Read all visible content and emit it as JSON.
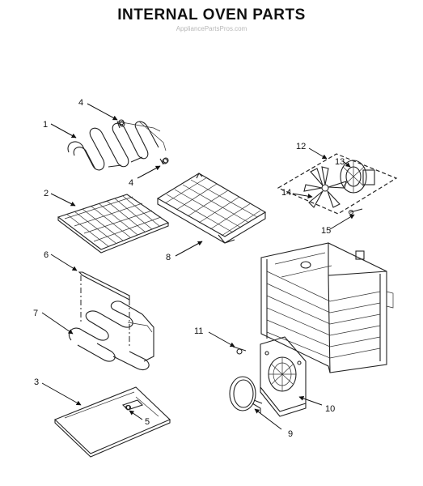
{
  "title": "INTERNAL OVEN PARTS",
  "watermark": "AppliancePartsPros.com",
  "callouts": [
    "1",
    "2",
    "3",
    "4",
    "4",
    "5",
    "6",
    "7",
    "8",
    "9",
    "10",
    "11",
    "12",
    "13",
    "14",
    "15"
  ]
}
